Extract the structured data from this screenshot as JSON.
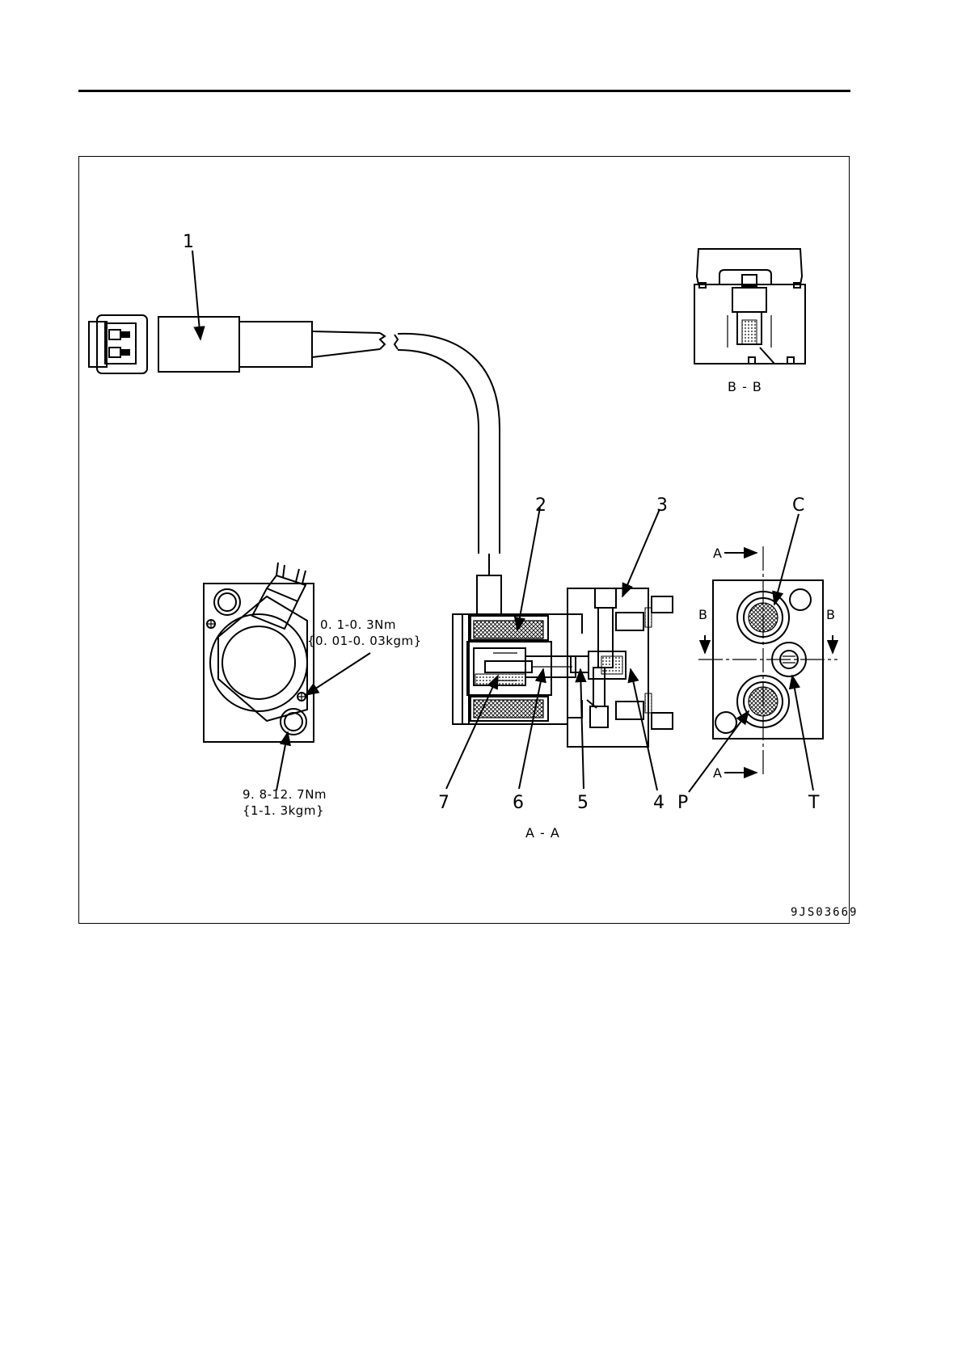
{
  "callouts": {
    "n1": "1",
    "n2": "2",
    "n3": "3",
    "n4": "4",
    "n5": "5",
    "n6": "6",
    "n7": "7",
    "C": "C",
    "P": "P",
    "T": "T"
  },
  "torque": {
    "small_screw_nm": "0. 1-0. 3Nm",
    "small_screw_kgm": "{0. 01-0. 03kgm}",
    "mount_bolt_nm": "9. 8-12. 7Nm",
    "mount_bolt_kgm": "{1-1. 3kgm}"
  },
  "sections": {
    "bb_title": "B - B",
    "aa_title": "A - A",
    "marker_a": "A",
    "marker_b": "B"
  },
  "figure_code": "9JS03669"
}
